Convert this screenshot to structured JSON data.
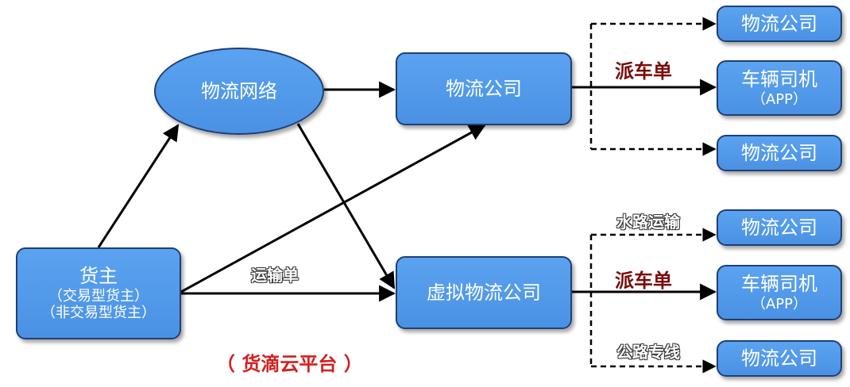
{
  "nodes": {
    "network": "物流网络",
    "company_top": "物流公司",
    "virtual_company": "虚拟物流公司",
    "shipper": {
      "title": "货主",
      "line1": "（交易型货主）",
      "line2": "（非交易型货主）"
    },
    "right_top_1": "物流公司",
    "right_top_2": {
      "line1": "车辆司机",
      "line2": "（APP）"
    },
    "right_top_3": "物流公司",
    "right_bottom_1": "物流公司",
    "right_bottom_2": {
      "line1": "车辆司机",
      "line2": "（APP）"
    },
    "right_bottom_3": "物流公司"
  },
  "labels": {
    "dispatch_top": "派车单",
    "dispatch_bottom": "派车单",
    "waybill": "运输单",
    "water": "水路运输",
    "highway": "公路专线",
    "platform": "（ 货滴云平台 ）"
  },
  "colors": {
    "node_fill": "#4a91e4",
    "node_border": "#1f3f74",
    "arrow": "#000000",
    "dispatch_label": "#7b0b0b",
    "platform_label": "#d32020"
  }
}
